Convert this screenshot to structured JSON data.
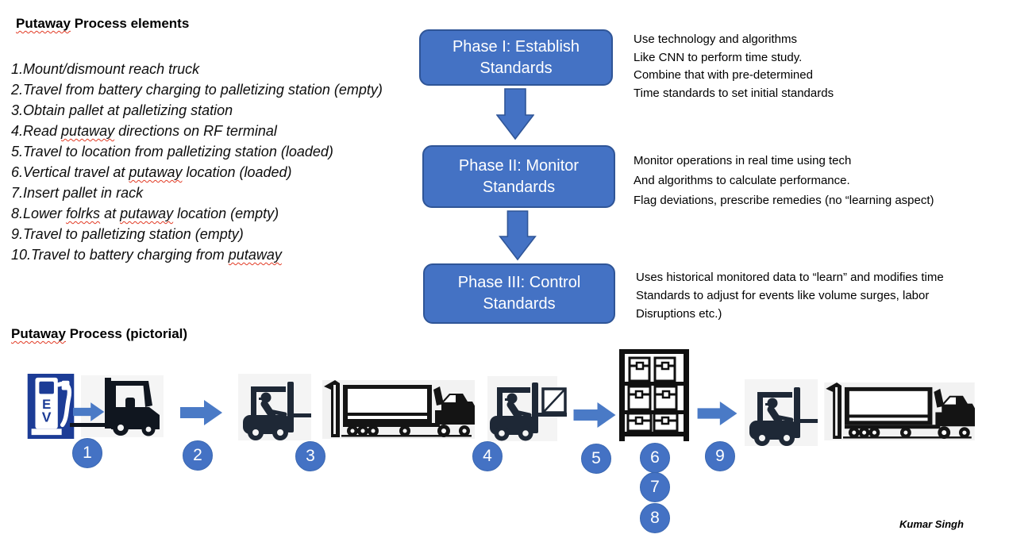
{
  "slide": {
    "title": "Putaway Process elements",
    "author": "Kumar Singh"
  },
  "process_list": {
    "items": [
      "1.Mount/dismount reach truck",
      "2.Travel from battery charging to palletizing station (empty)",
      "3.Obtain pallet at palletizing station",
      "4.Read putaway directions on RF terminal",
      "5.Travel to location from palletizing station (loaded)",
      "6.Vertical travel at putaway location (loaded)",
      "7.Insert pallet in rack",
      "8.Lower folrks at putaway location (empty)",
      "9.Travel to palletizing station (empty)",
      "10.Travel to battery charging from putaway"
    ]
  },
  "flowchart": {
    "phases": [
      {
        "label": "Phase I: Establish\nStandards",
        "description": "Use technology and algorithms\nLike CNN to perform time study.\nCombine that with pre-determined\nTime standards to set initial standards"
      },
      {
        "label": "Phase II: Monitor\nStandards",
        "description": "Monitor operations in real time using tech\nAnd algorithms to calculate performance.\nFlag deviations, prescribe remedies (no “learning aspect)"
      },
      {
        "label": "Phase III: Control\nStandards",
        "description": "Uses historical monitored data to “learn” and modifies time\nStandards to adjust for events like volume surges, labor\nDisruptions etc.)"
      }
    ],
    "box_color": "#4472C4",
    "box_border_color": "#2F5597",
    "box_text_color": "#FFFFFF"
  },
  "pictorial": {
    "title": "Putaway Process (pictorial)",
    "numbers": [
      "1",
      "2",
      "3",
      "4",
      "5",
      "6",
      "7",
      "8",
      "9"
    ],
    "icons": [
      "ev-charging-station-icon",
      "forklift-icon",
      "forklift-with-driver-icon",
      "semi-truck-icon",
      "forklift-carrying-box-icon",
      "storage-rack-with-boxes-icon",
      "forklift-with-driver-icon",
      "semi-truck-icon"
    ],
    "circle_color": "#4472C4",
    "arrow_color": "#4472C4"
  },
  "squiggle_words": [
    "Putaway",
    "putaway",
    "folrks"
  ]
}
